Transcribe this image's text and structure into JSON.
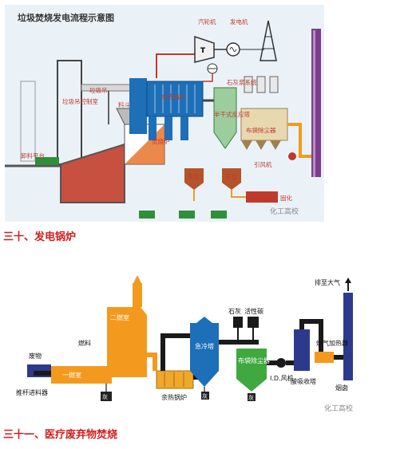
{
  "figure1": {
    "title": "垃圾焚烧发电流程示意图",
    "labels": {
      "turbine": "汽轮机",
      "generator": "发电机",
      "crane": "垃圾吊",
      "crane_room": "垃圾吊控制室",
      "feed": "料斗",
      "boiler": "余热锅炉",
      "furnace": "焚烧炉",
      "lime": "石灰浆系统",
      "semi_dry": "半干式反应塔",
      "filter": "布袋除尘器",
      "ash1": "灰仓",
      "ash2": "灰仓",
      "id_fan": "引风机",
      "solidify": "固化",
      "platform": "卸料平台",
      "turbine_symbol": "T",
      "watermark": "化工高校"
    }
  },
  "figure2": {
    "labels": {
      "exhaust": "排至大气",
      "lime": "石灰",
      "carbon": "活性碳",
      "waste": "废物",
      "fuel": "燃料",
      "chamber2": "二燃室",
      "chamber1": "一燃室",
      "pusher": "推杆进料器",
      "quench": "急冷塔",
      "baghouse": "布袋除尘器",
      "id_fan": "I.D.风机",
      "acid_tower": "酸吸收塔",
      "flue_heater": "烟气加热器",
      "chimney": "烟囱",
      "whb": "余热锅炉",
      "ash_a": "灰",
      "ash_b": "灰",
      "ash_c": "灰",
      "watermark": "化工高校"
    }
  },
  "captions": {
    "fig1": "三十、发电锅炉",
    "fig2": "三十一、医疗废弃物焚烧"
  },
  "colors": {
    "caption_red": "#d21e1e",
    "boiler_blue": "#1d6fb8",
    "orange": "#f39a1e",
    "chimney_purple": "#7e3d8c",
    "pipe_black": "#1a1a1a",
    "tower_green": "#3fa83f"
  }
}
